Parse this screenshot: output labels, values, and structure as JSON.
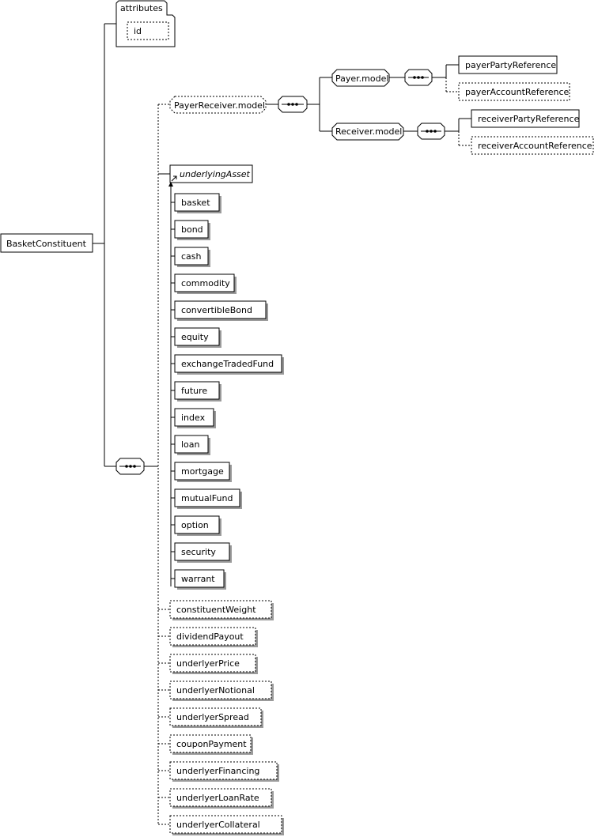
{
  "root": "BasketConstituent",
  "attributes_label": "attributes",
  "attribute_id": "id",
  "payer_receiver_model": "PayerReceiver.model",
  "payer_model": "Payer.model",
  "receiver_model": "Receiver.model",
  "payer_party_reference": "payerPartyReference",
  "payer_account_reference": "payerAccountReference",
  "receiver_party_reference": "receiverPartyReference",
  "receiver_account_reference": "receiverAccountReference",
  "underlying_asset": "underlyingAsset",
  "substitutes": [
    "basket",
    "bond",
    "cash",
    "commodity",
    "convertibleBond",
    "equity",
    "exchangeTradedFund",
    "future",
    "index",
    "loan",
    "mortgage",
    "mutualFund",
    "option",
    "security",
    "warrant"
  ],
  "optional_elements": [
    "constituentWeight",
    "dividendPayout",
    "underlyerPrice",
    "underlyerNotional",
    "underlyerSpread",
    "couponPayment",
    "underlyerFinancing",
    "underlyerLoanRate",
    "underlyerCollateral"
  ]
}
